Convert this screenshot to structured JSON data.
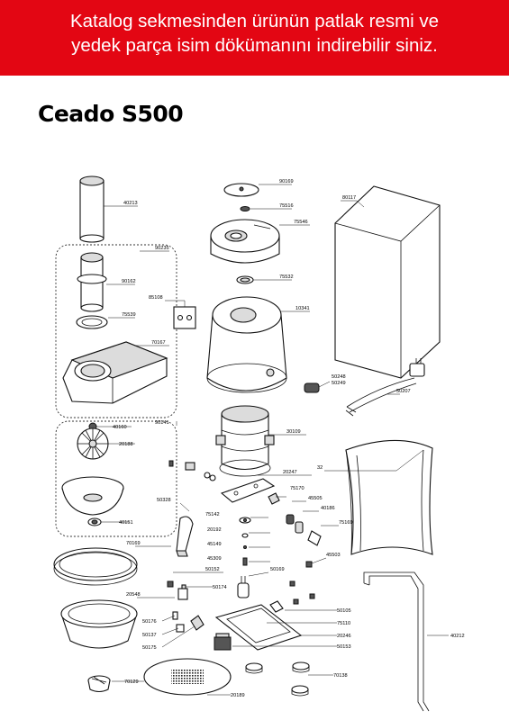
{
  "banner": {
    "line1": "Katalog sekmesinden ürünün patlak resmi ve",
    "line2": "yedek parça isim dökümanını indirebilir siniz."
  },
  "title": "Ceado S500",
  "colors": {
    "banner_bg": "#e30613",
    "banner_text": "#ffffff"
  },
  "parts": {
    "p40213": "40213",
    "p90235": "90235",
    "p90162": "90162",
    "p75539": "75539",
    "p70167": "70167",
    "p85108": "85108",
    "p90169": "90169",
    "p75516": "75516",
    "p75546": "75546",
    "p75532": "75532",
    "p10341": "10341",
    "p80117": "80117",
    "p50248": "50248",
    "p50249": "50249",
    "p50207": "50207",
    "p40160": "40160",
    "p90141": "90141",
    "p20188": "20188",
    "p40151": "40151",
    "p30109": "30109",
    "p20247": "20247",
    "p32": "32",
    "p75170": "75170",
    "p45505": "45505",
    "p50328": "50328",
    "p75142": "75142",
    "p40186": "40186",
    "p75169": "75169",
    "p20192": "20192",
    "p45149": "45149",
    "p70169": "70169",
    "p45309": "45309",
    "p45503": "45503",
    "p50152": "50152",
    "p50169": "50169",
    "p20548": "20548",
    "p50174": "50174",
    "p50105": "50105",
    "p50176": "50176",
    "p75110": "75110",
    "p50137": "50137",
    "p20246": "20246",
    "p40212": "40212",
    "p50175": "50175",
    "p50153": "50153",
    "p70129": "70129",
    "p70138": "70138",
    "p20189": "20189"
  }
}
